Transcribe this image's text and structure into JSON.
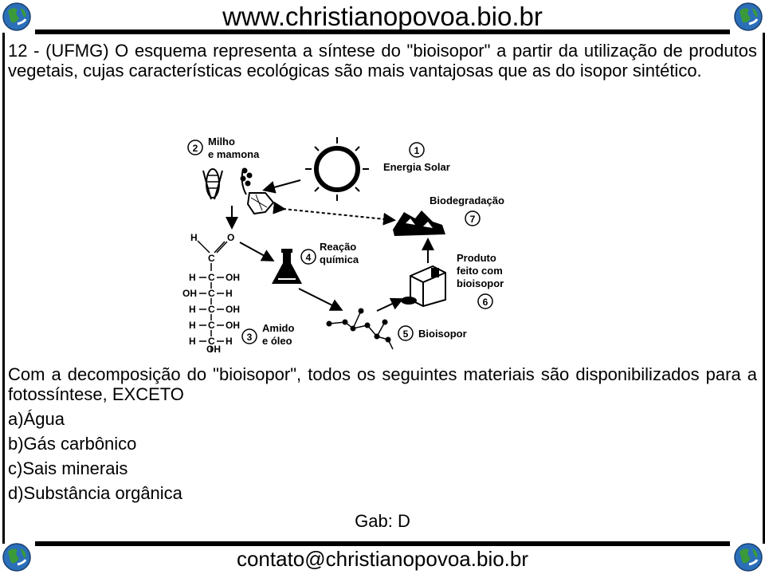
{
  "header": {
    "site": "www.christianopovoa.bio.br"
  },
  "question": {
    "text": "12 - (UFMG) O esquema representa a síntese do \"bioisopor\" a partir da utilização de produtos vegetais, cujas características ecológicas são mais vantajosas que as do isopor sintético.",
    "prompt": "Com a decomposição do \"bioisopor\", todos os seguintes materiais são disponibilizados para a fotossíntese, EXCETO",
    "options": [
      "a)Água",
      "b)Gás carbônico",
      "c)Sais minerais",
      "d)Substância orgânica"
    ],
    "answer": "Gab: D"
  },
  "diagram": {
    "labels": {
      "n1": "1",
      "energia": "Energia Solar",
      "n2": "2",
      "milho1": "Milho",
      "milho2": "e mamona",
      "n3": "3",
      "amido1": "Amido",
      "amido2": "e óleo",
      "n4": "4",
      "reacao1": "Reação",
      "reacao2": "química",
      "n5": "5",
      "bioisopor": "Bioisopor",
      "n6": "6",
      "produto1": "Produto",
      "produto2": "feito com",
      "produto3": "bioisopor",
      "n7": "7",
      "biodeg": "Biodegradação"
    },
    "formula": {
      "aldehyde": "H",
      "oxygen": "O",
      "rows": [
        {
          "left": "H",
          "center": "C",
          "right": "OH"
        },
        {
          "left": "OH",
          "center": "C",
          "right": "H"
        },
        {
          "left": "H",
          "center": "C",
          "right": "OH"
        },
        {
          "left": "H",
          "center": "C",
          "right": "OH"
        },
        {
          "left": "H",
          "center": "C",
          "right": "H"
        }
      ],
      "bottom": "OH"
    }
  },
  "footer": {
    "email": "contato@christianopovoa.bio.br"
  },
  "colors": {
    "globe_green": "#3a9a3a",
    "globe_blue": "#2a6fb8"
  }
}
